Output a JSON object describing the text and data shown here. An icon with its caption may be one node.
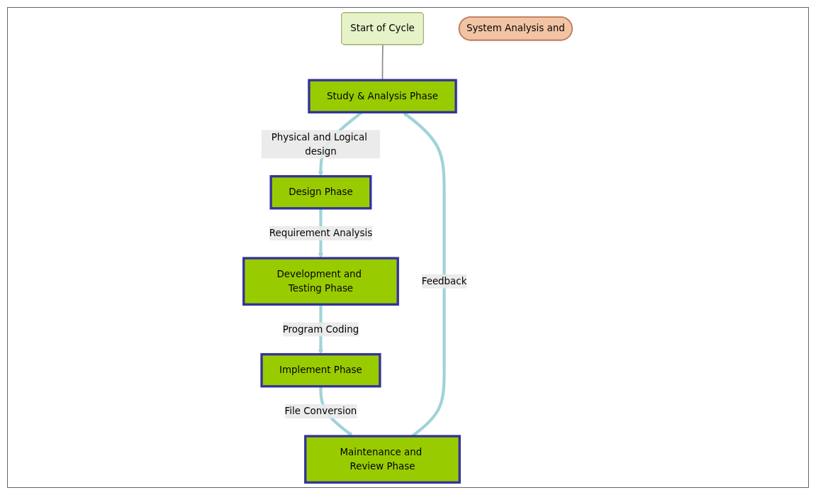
{
  "diagram": {
    "nodes": [
      {
        "text": [
          "Study & Analysis Phase"
        ]
      },
      {
        "text": [
          "Design Phase"
        ]
      },
      {
        "text": [
          "Development and Testing Phase"
        ]
      },
      {
        "text": [
          "Implement Phase"
        ]
      },
      {
        "text": [
          "Maintenance and Review Phase"
        ]
      },
      {
        "text": [
          "Start of Cycle"
        ]
      },
      {
        "text": [
          "System Analysis and"
        ]
      }
    ],
    "edges": [
      {
        "from": 4,
        "to": 0,
        "arrow": "to",
        "label": "Feedback"
      },
      {
        "from": 0,
        "to": 1,
        "arrow": "to",
        "label": "Physical and Logical design"
      },
      {
        "from": 1,
        "to": 2,
        "arrow": "to",
        "label": "Requirement Analysis"
      },
      {
        "from": 2,
        "to": 3,
        "arrow": "to",
        "label": "Program Coding"
      },
      {
        "from": 3,
        "to": 4,
        "arrow": "to",
        "label": "File Conversion"
      },
      {
        "from": 5,
        "to": 0,
        "arrow": "none",
        "color": "#888888"
      }
    ]
  }
}
